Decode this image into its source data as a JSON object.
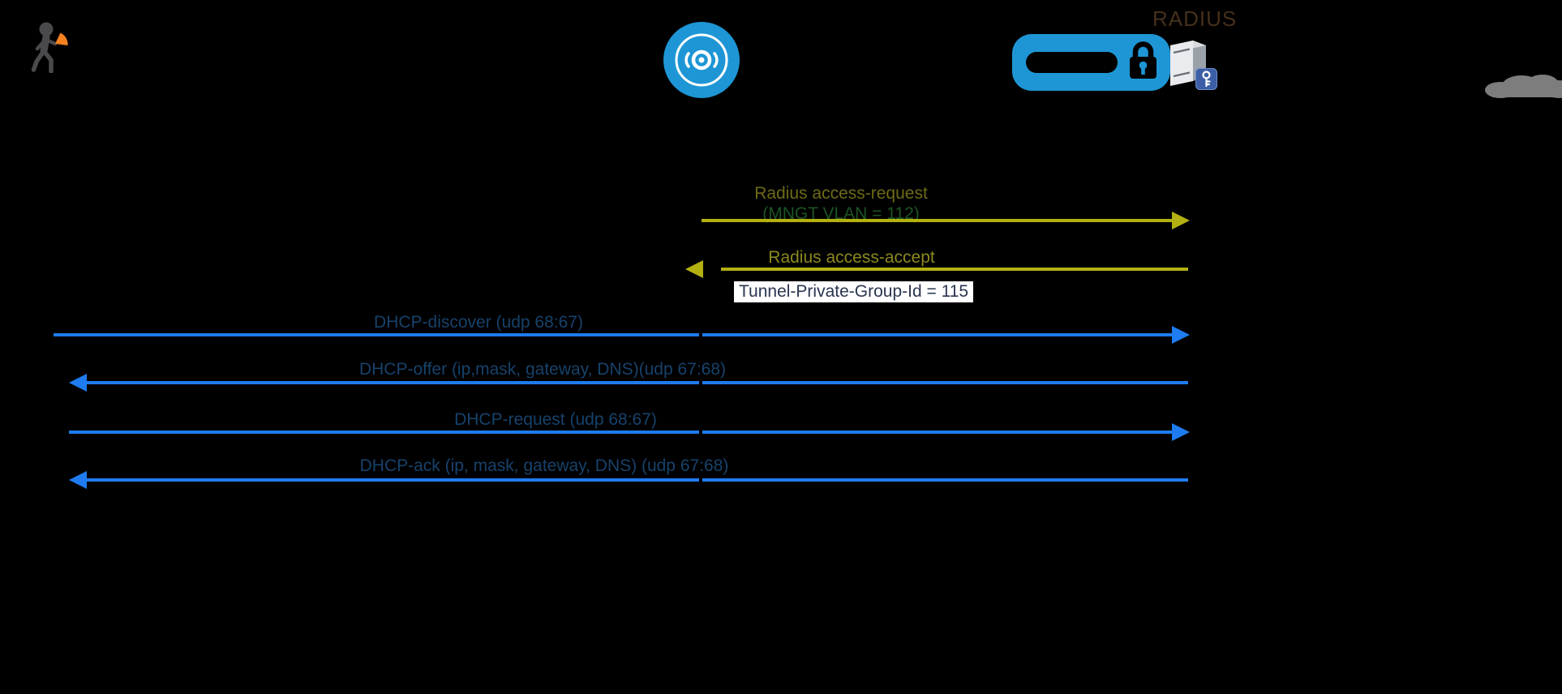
{
  "diagram": {
    "background": "#000000",
    "actors": {
      "client": {
        "icon": "walking-person-with-signal-icon",
        "body_color": "#4a4a4c",
        "signal_color": "#f5821f"
      },
      "access_point": {
        "icon": "wireless-access-point-icon",
        "color": "#1e96d5"
      },
      "switch": {
        "icon": "switch-with-padlock-icon",
        "color": "#1e96d5",
        "padlock_color": "#000000"
      },
      "radius_server": {
        "icon": "server-tower-icon",
        "label": "RADIUS",
        "label_color": "#45301b",
        "key_badge_color": "#3b5ea7"
      },
      "cloud": {
        "icon": "cloud-icon",
        "color": "#7d7d7d"
      }
    },
    "messages": [
      {
        "id": "radius-access-request",
        "label": "Radius access-request",
        "sublabel": "(MNGT VLAN = 112)",
        "direction": "right",
        "line_color": "#b3b011",
        "label_color": "#6e6a16",
        "sublabel_color": "#1d5424"
      },
      {
        "id": "radius-access-accept",
        "label": "Radius access-accept",
        "direction": "left",
        "line_color": "#b3b011",
        "label_color": "#8d891d"
      },
      {
        "id": "tunnel-attribute-note",
        "label": "Tunnel-Private-Group-Id = 115",
        "type": "note",
        "text_color": "#2b3550",
        "background": "#ffffff"
      },
      {
        "id": "dhcp-discover",
        "label": "DHCP-discover (udp 68:67)",
        "direction": "right",
        "line_color": "#1e7cf0",
        "label_color": "#17426b"
      },
      {
        "id": "dhcp-offer",
        "label": "DHCP-offer (ip,mask, gateway, DNS)(udp 67:68)",
        "direction": "left",
        "line_color": "#1e7cf0",
        "label_color": "#17426b"
      },
      {
        "id": "dhcp-request",
        "label": "DHCP-request (udp 68:67)",
        "direction": "right",
        "line_color": "#1e7cf0",
        "label_color": "#17426b"
      },
      {
        "id": "dhcp-ack",
        "label": "DHCP-ack (ip, mask, gateway, DNS) (udp 67:68)",
        "direction": "left",
        "line_color": "#1e7cf0",
        "label_color": "#17426b"
      }
    ]
  }
}
